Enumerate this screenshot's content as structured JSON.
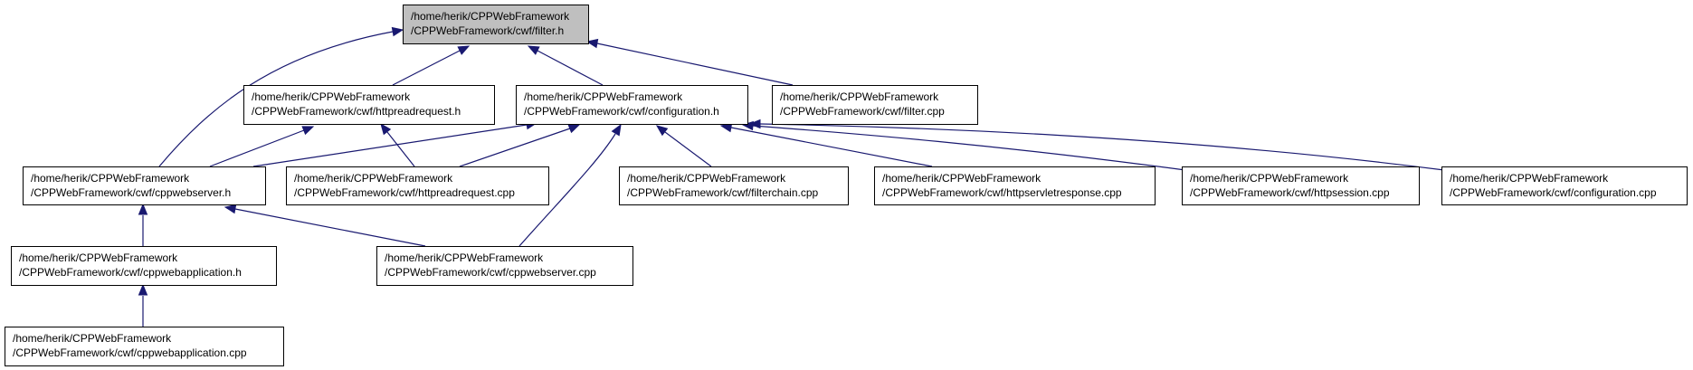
{
  "diagram": {
    "type": "include-dependency-graph",
    "colors": {
      "edge": "#191970",
      "root_fill": "#bfbfbf",
      "node_fill": "#ffffff",
      "border": "#000000"
    },
    "nodes": [
      {
        "id": "filter_h",
        "line1": "/home/herik/CPPWebFramework",
        "line2": "/CPPWebFramework/cwf/filter.h",
        "root": true
      },
      {
        "id": "httpreadrequest_h",
        "line1": "/home/herik/CPPWebFramework",
        "line2": "/CPPWebFramework/cwf/httpreadrequest.h"
      },
      {
        "id": "configuration_h",
        "line1": "/home/herik/CPPWebFramework",
        "line2": "/CPPWebFramework/cwf/configuration.h"
      },
      {
        "id": "filter_cpp",
        "line1": "/home/herik/CPPWebFramework",
        "line2": "/CPPWebFramework/cwf/filter.cpp"
      },
      {
        "id": "cppwebserver_h",
        "line1": "/home/herik/CPPWebFramework",
        "line2": "/CPPWebFramework/cwf/cppwebserver.h"
      },
      {
        "id": "httpreadrequest_cpp",
        "line1": "/home/herik/CPPWebFramework",
        "line2": "/CPPWebFramework/cwf/httpreadrequest.cpp"
      },
      {
        "id": "filterchain_cpp",
        "line1": "/home/herik/CPPWebFramework",
        "line2": "/CPPWebFramework/cwf/filterchain.cpp"
      },
      {
        "id": "httpservletresponse_cpp",
        "line1": "/home/herik/CPPWebFramework",
        "line2": "/CPPWebFramework/cwf/httpservletresponse.cpp"
      },
      {
        "id": "httpsession_cpp",
        "line1": "/home/herik/CPPWebFramework",
        "line2": "/CPPWebFramework/cwf/httpsession.cpp"
      },
      {
        "id": "configuration_cpp",
        "line1": "/home/herik/CPPWebFramework",
        "line2": "/CPPWebFramework/cwf/configuration.cpp"
      },
      {
        "id": "cppwebapplication_h",
        "line1": "/home/herik/CPPWebFramework",
        "line2": "/CPPWebFramework/cwf/cppwebapplication.h"
      },
      {
        "id": "cppwebserver_cpp",
        "line1": "/home/herik/CPPWebFramework",
        "line2": "/CPPWebFramework/cwf/cppwebserver.cpp"
      },
      {
        "id": "cppwebapplication_cpp",
        "line1": "/home/herik/CPPWebFramework",
        "line2": "/CPPWebFramework/cwf/cppwebapplication.cpp"
      }
    ],
    "edges": [
      {
        "from": "cppwebserver_h",
        "to": "filter_h"
      },
      {
        "from": "httpreadrequest_h",
        "to": "filter_h"
      },
      {
        "from": "configuration_h",
        "to": "filter_h"
      },
      {
        "from": "filter_cpp",
        "to": "filter_h"
      },
      {
        "from": "cppwebserver_h",
        "to": "httpreadrequest_h"
      },
      {
        "from": "httpreadrequest_cpp",
        "to": "httpreadrequest_h"
      },
      {
        "from": "cppwebserver_h",
        "to": "configuration_h"
      },
      {
        "from": "httpreadrequest_cpp",
        "to": "configuration_h"
      },
      {
        "from": "cppwebserver_cpp",
        "to": "configuration_h"
      },
      {
        "from": "filterchain_cpp",
        "to": "configuration_h"
      },
      {
        "from": "httpservletresponse_cpp",
        "to": "configuration_h"
      },
      {
        "from": "httpsession_cpp",
        "to": "configuration_h"
      },
      {
        "from": "configuration_cpp",
        "to": "configuration_h"
      },
      {
        "from": "cppwebapplication_h",
        "to": "cppwebserver_h"
      },
      {
        "from": "cppwebserver_cpp",
        "to": "cppwebserver_h"
      },
      {
        "from": "cppwebapplication_cpp",
        "to": "cppwebapplication_h"
      }
    ]
  }
}
